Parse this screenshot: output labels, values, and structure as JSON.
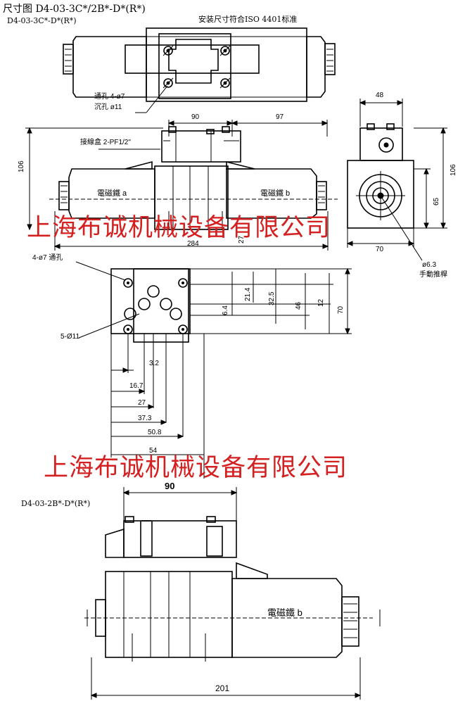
{
  "header": {
    "title": "尺寸图 D4-03-3C*/2B*-D*(R*)",
    "subtitle": "D4-03-3C*-D*(R*)",
    "standard_note": "安装尺寸符合ISO 4401标准"
  },
  "top_view": {
    "through_hole_label": "通孔 4-ø7",
    "counterbore_label": "沉孔 ø11"
  },
  "front_view": {
    "dim_90": "90",
    "dim_97": "97",
    "dim_106": "106",
    "dim_284": "284",
    "connector_label": "接線盒 2-PF1/2\"",
    "solenoid_a": "電磁鐵 a",
    "solenoid_b": "電磁鐵 b"
  },
  "side_view": {
    "dim_48": "48",
    "dim_106": "106",
    "dim_65": "65",
    "dim_70": "70",
    "manual_label_1": "ø6.3",
    "manual_label_2": "手動推桿"
  },
  "mounting": {
    "hole4_label": "4-ø7 通孔",
    "hole5_label": "5-Ø11",
    "v_dims": [
      "27",
      "21.4",
      "6.4",
      "32.5",
      "46",
      "12",
      "70"
    ],
    "h_dims": [
      "3.2",
      "16.7",
      "27",
      "37.3",
      "50.8",
      "54"
    ]
  },
  "watermark": {
    "text": "上海布诚机械设备有限公司",
    "color": "#d42020"
  },
  "lower_view": {
    "title": "D4-03-2B*-D*(R*)",
    "dim_90": "90",
    "solenoid_b": "電磁鐵 b",
    "dim_201": "201"
  }
}
